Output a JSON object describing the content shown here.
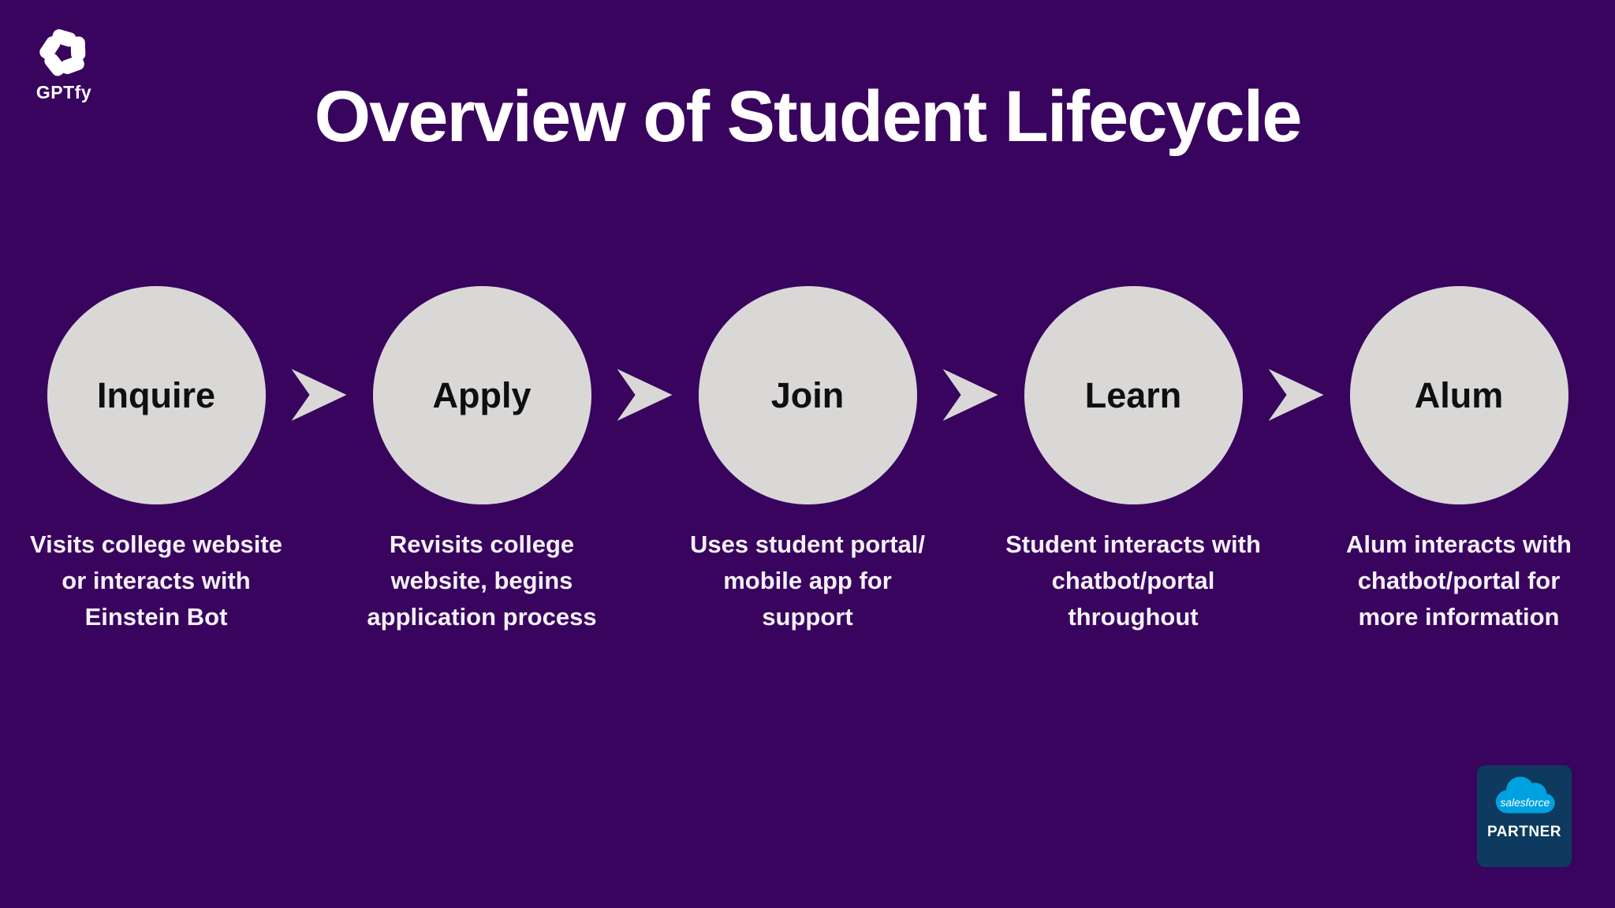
{
  "colors": {
    "bg": "#38045e",
    "node": "#d9d8d6",
    "node-text": "#0f0f0f",
    "text": "#f6f1f9",
    "white": "#ffffff",
    "badge-bg": "#0d3a5e",
    "sf-blue": "#00a1e0"
  },
  "logo": {
    "brand": "GPTfy",
    "icon": "gptfy-pinwheel-icon"
  },
  "title": "Overview of Student Lifecycle",
  "stages": [
    {
      "label": "Inquire",
      "description": "Visits college website\nor interacts with\nEinstein Bot"
    },
    {
      "label": "Apply",
      "description": "Revisits college\nwebsite, begins\napplication process"
    },
    {
      "label": "Join",
      "description": "Uses student portal/\nmobile app for\nsupport"
    },
    {
      "label": "Learn",
      "description": "Student interacts with\nchatbot/portal\nthroughout"
    },
    {
      "label": "Alum",
      "description": "Alum interacts with\nchatbot/portal for\nmore information"
    }
  ],
  "flow_arrow_icon": "chevron-right-icon",
  "badge": {
    "brand": "salesforce",
    "label": "PARTNER",
    "icon": "salesforce-cloud-icon"
  }
}
